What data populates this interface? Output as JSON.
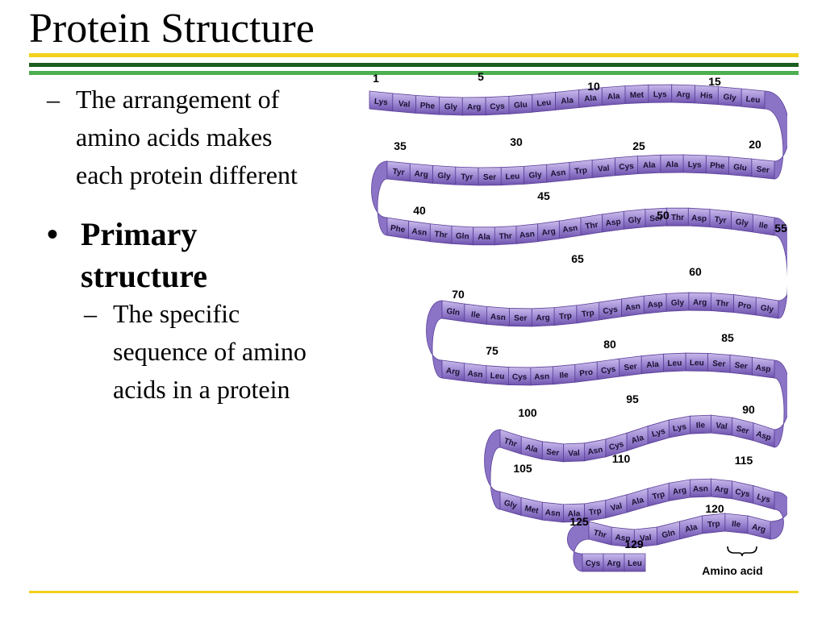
{
  "slide": {
    "title": "Protein Structure",
    "subpoint_1": [
      "The arrangement of",
      "amino acids makes",
      "each protein different"
    ],
    "bullet_1": [
      "Primary",
      "structure"
    ],
    "subpoint_2": [
      "The specific",
      "sequence of amino",
      "acids in a protein"
    ],
    "dash_glyph": "–",
    "bullet_glyph": "•"
  },
  "colors": {
    "bar_green": "#4caf50",
    "bar_dark_green": "#1b5e20",
    "bar_yellow": "#f2d21c",
    "ribbon_light": "#b7a6dc",
    "ribbon_mid": "#8b74c6",
    "ribbon_dark": "#5b3f99",
    "number_color": "#000000"
  },
  "diagram": {
    "annotation_label": "Amino acid",
    "rows": [
      {
        "residues": [
          "Lys",
          "Val",
          "Phe",
          "Gly",
          "Arg",
          "Cys",
          "Glu",
          "Leu",
          "Ala",
          "Ala",
          "Ala",
          "Met",
          "Lys",
          "Arg",
          "His",
          "Gly",
          "Leu"
        ]
      },
      {
        "residues": [
          "Ser",
          "Glu",
          "Phe",
          "Lys",
          "Ala",
          "Ala",
          "Cys",
          "Val",
          "Trp",
          "Asn",
          "Gly",
          "Leu",
          "Ser",
          "Tyr",
          "Gly",
          "Arg",
          "Tyr"
        ]
      },
      {
        "residues": [
          "Phe",
          "Asn",
          "Thr",
          "Gln",
          "Ala",
          "Thr",
          "Asn",
          "Arg",
          "Asn",
          "Thr",
          "Asp",
          "Gly",
          "Ser",
          "Thr",
          "Asp",
          "Tyr",
          "Gly",
          "Ile"
        ]
      },
      {
        "residues": [
          "Gly",
          "Pro",
          "Thr",
          "Arg",
          "Gly",
          "Asp",
          "Asn",
          "Cys",
          "Trp",
          "Trp",
          "Arg",
          "Ser",
          "Asn",
          "Ile",
          "Gln"
        ]
      },
      {
        "residues": [
          "Arg",
          "Asn",
          "Leu",
          "Cys",
          "Asn",
          "Ile",
          "Pro",
          "Cys",
          "Ser",
          "Ala",
          "Leu",
          "Leu",
          "Ser",
          "Ser",
          "Asp"
        ]
      },
      {
        "residues": [
          "Asp",
          "Ser",
          "Val",
          "Ile",
          "Lys",
          "Lys",
          "Ala",
          "Cys",
          "Asn",
          "Val",
          "Ser",
          "Ala",
          "Thr"
        ]
      },
      {
        "residues": [
          "Gly",
          "Met",
          "Asn",
          "Ala",
          "Trp",
          "Val",
          "Ala",
          "Trp",
          "Arg",
          "Asn",
          "Arg",
          "Cys",
          "Lys"
        ]
      },
      {
        "residues": [
          "Arg",
          "Ile",
          "Trp",
          "Ala",
          "Gln",
          "Val",
          "Asp",
          "Thr"
        ]
      },
      {
        "residues": [
          "Cys",
          "Arg",
          "Leu"
        ]
      }
    ],
    "position_labels": [
      "1",
      "5",
      "10",
      "15",
      "20",
      "25",
      "30",
      "35",
      "40",
      "45",
      "50",
      "55",
      "60",
      "65",
      "70",
      "75",
      "80",
      "85",
      "90",
      "95",
      "100",
      "105",
      "110",
      "115",
      "120",
      "125",
      "129"
    ]
  }
}
